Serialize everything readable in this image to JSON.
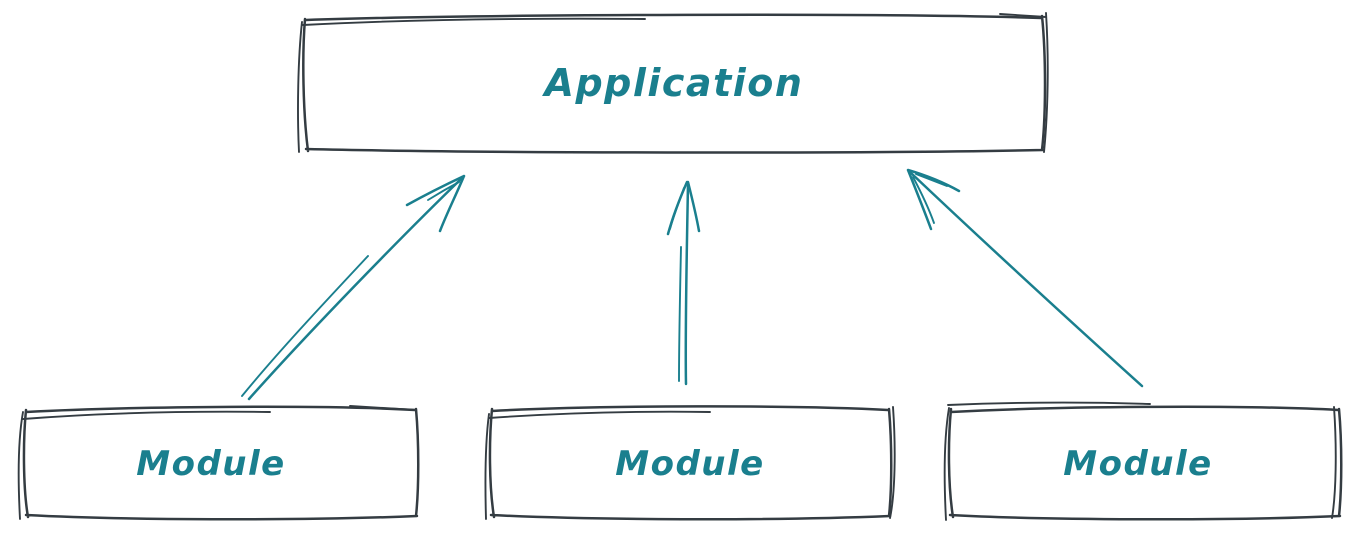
{
  "diagram": {
    "nodes": {
      "application": {
        "label": "Application"
      },
      "module_1": {
        "label": "Module"
      },
      "module_2": {
        "label": "Module"
      },
      "module_3": {
        "label": "Module"
      }
    },
    "edges": [
      {
        "from": "module_1",
        "to": "application",
        "direction": "up"
      },
      {
        "from": "module_2",
        "to": "application",
        "direction": "up"
      },
      {
        "from": "module_3",
        "to": "application",
        "direction": "up"
      }
    ],
    "colors": {
      "box_stroke": "#343c42",
      "accent": "#1a7f8e",
      "background": "#ffffff"
    }
  }
}
